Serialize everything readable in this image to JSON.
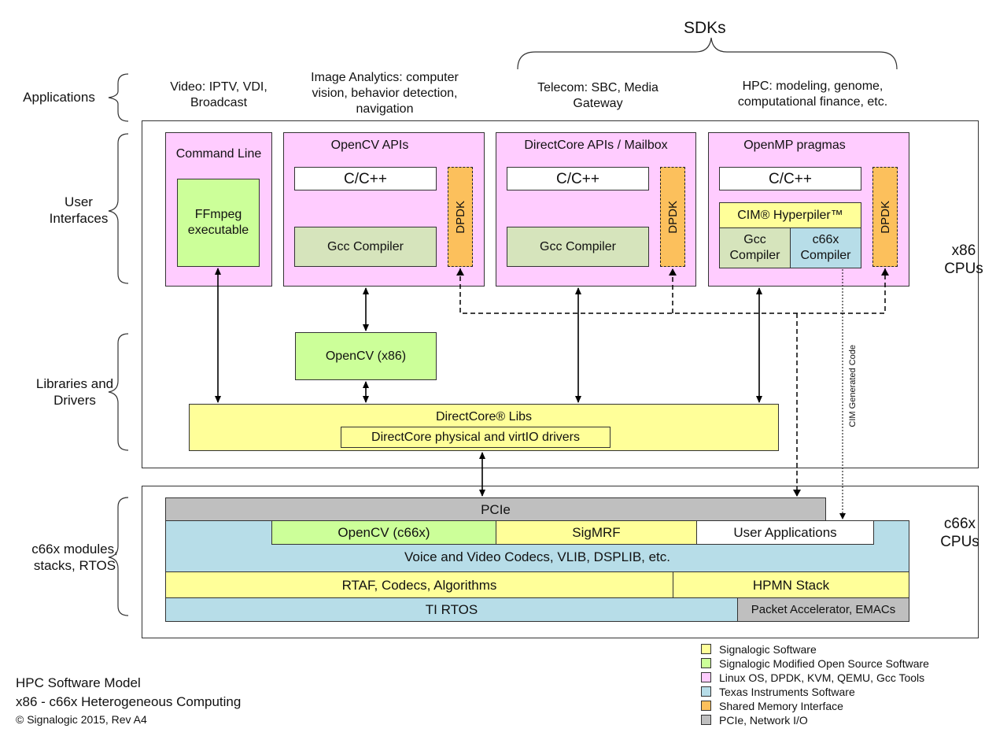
{
  "sdks_label": "SDKs",
  "rows": {
    "applications": "Applications",
    "user_interfaces": "User Interfaces",
    "libraries_drivers": "Libraries and Drivers",
    "c66x_modules": "c66x modules, stacks, RTOS"
  },
  "applications": [
    "Video: IPTV, VDI, Broadcast",
    "Image Analytics: computer vision, behavior detection, navigation",
    "Telecom: SBC, Media Gateway",
    "HPC: modeling, genome, computational finance, etc."
  ],
  "x86_label": "x86 CPUs",
  "c66x_label": "c66x CPUs",
  "user_interfaces": {
    "cmdline": {
      "title": "Command Line",
      "ffmpeg": "FFmpeg executable"
    },
    "opencv": {
      "title": "OpenCV APIs",
      "lang": "C/C++",
      "compiler": "Gcc Compiler",
      "dpdk": "DPDK"
    },
    "directcore": {
      "title": "DirectCore APIs / Mailbox",
      "lang": "C/C++",
      "compiler": "Gcc Compiler",
      "dpdk": "DPDK"
    },
    "openmp": {
      "title": "OpenMP pragmas",
      "lang": "C/C++",
      "hyperpiler": "CIM® Hyperpiler™",
      "gcc": "Gcc Compiler",
      "c66x_compiler": "c66x Compiler",
      "dpdk": "DPDK"
    }
  },
  "libraries": {
    "opencv_x86": "OpenCV (x86)",
    "directcore_libs": "DirectCore® Libs",
    "directcore_drivers": "DirectCore physical and virtIO drivers"
  },
  "cim_generated_code": "CIM Generated Code",
  "c66x_stack": {
    "pcie": "PCIe",
    "opencv_c66x": "OpenCV (c66x)",
    "sigmrf": "SigMRF",
    "user_apps": "User Applications",
    "codecs": "Voice and Video Codecs, VLIB, DSPLIB, etc.",
    "rtaf": "RTAF, Codecs, Algorithms",
    "hpmn": "HPMN Stack",
    "ti_rtos": "TI RTOS",
    "packet_accel": "Packet Accelerator, EMACs"
  },
  "legend": [
    {
      "label": "Signalogic Software",
      "color": "#ffff99"
    },
    {
      "label": "Signalogic Modified Open Source Software",
      "color": "#ccff99"
    },
    {
      "label": "Linux OS, DPDK, KVM, QEMU, Gcc Tools",
      "color": "#ffccff"
    },
    {
      "label": "Texas Instruments Software",
      "color": "#b7dde8"
    },
    {
      "label": "Shared Memory Interface",
      "color": "#fcc05c"
    },
    {
      "label": "PCIe, Network I/O",
      "color": "#bfbfbf"
    }
  ],
  "footer": {
    "line1": "HPC Software Model",
    "line2": "x86 - c66x Heterogeneous Computing",
    "line3": "© Signalogic 2015, Rev A4"
  }
}
